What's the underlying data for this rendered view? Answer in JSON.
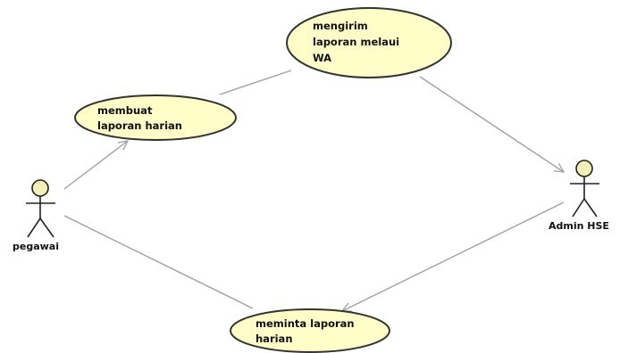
{
  "colors": {
    "usecase_fill": "#fffdc8",
    "usecase_stroke": "#333333",
    "line": "#a0a0a0",
    "actor_head_fill": "#f5efb8",
    "actor_stroke": "#222222",
    "text": "#111111"
  },
  "actors": [
    {
      "id": "pegawai",
      "label": "pegawai"
    },
    {
      "id": "admin-hse",
      "label": "Admin HSE"
    }
  ],
  "usecases": [
    {
      "id": "membuat",
      "lines": [
        "membuat",
        "laporan harian"
      ]
    },
    {
      "id": "mengirim",
      "lines": [
        "mengirim",
        "laporan melaui",
        "WA"
      ]
    },
    {
      "id": "meminta",
      "lines": [
        "meminta laporan",
        "harian"
      ]
    }
  ],
  "relations": [
    {
      "id": "pegawai-to-membuat",
      "from": "pegawai",
      "to": "membuat",
      "arrow": true
    },
    {
      "id": "membuat-to-mengirim",
      "from": "membuat",
      "to": "mengirim",
      "arrow": false
    },
    {
      "id": "mengirim-to-admin",
      "from": "mengirim",
      "to": "admin-hse",
      "arrow": true
    },
    {
      "id": "pegawai-to-meminta",
      "from": "pegawai",
      "to": "meminta",
      "arrow": false
    },
    {
      "id": "admin-to-meminta",
      "from": "admin-hse",
      "to": "meminta",
      "arrow": true
    }
  ]
}
